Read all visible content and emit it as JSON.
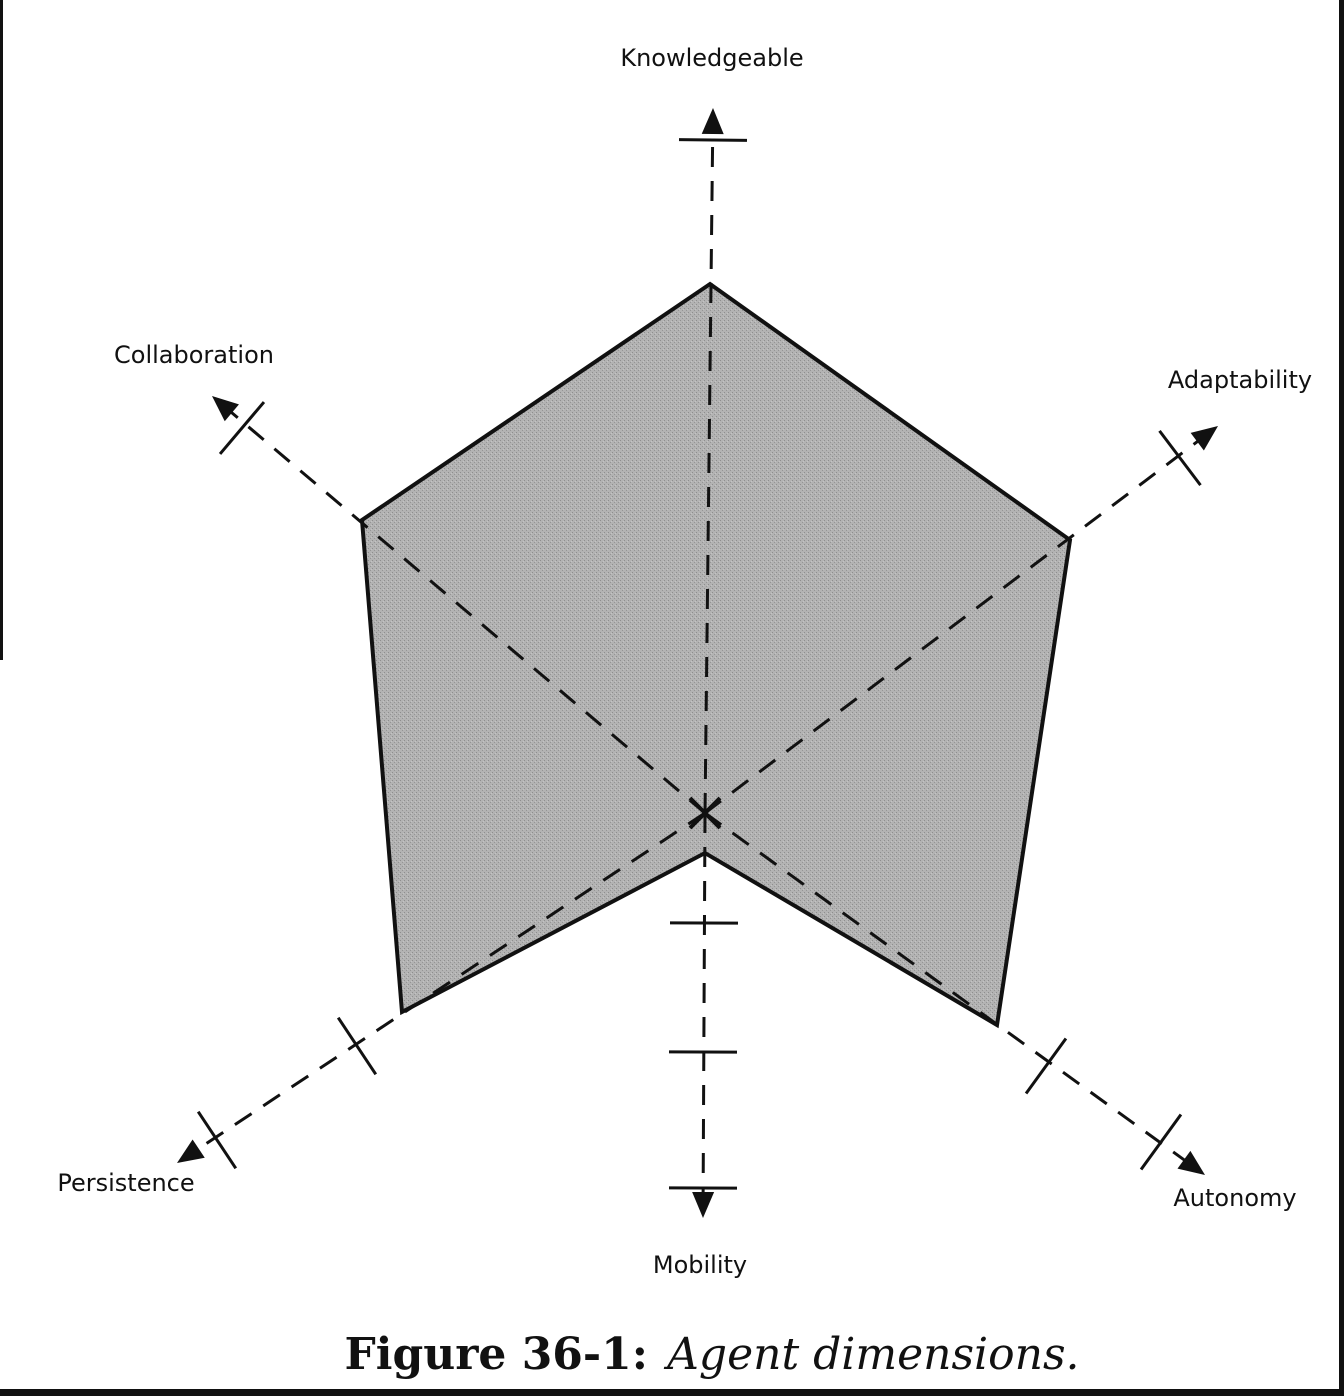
{
  "diagram": {
    "axes": [
      {
        "id": "knowledgeable",
        "label": "Knowledgeable",
        "level": 2,
        "ticks": 3
      },
      {
        "id": "adaptability",
        "label": "Adaptability",
        "level": 3,
        "ticks": 3
      },
      {
        "id": "autonomy",
        "label": "Autonomy",
        "level": 1,
        "ticks": 3
      },
      {
        "id": "mobility",
        "label": "Mobility",
        "level": 0,
        "ticks": 3
      },
      {
        "id": "persistence",
        "label": "Persistence",
        "level": 1,
        "ticks": 3
      },
      {
        "id": "collaboration",
        "label": "Collaboration",
        "level": 2,
        "ticks": 3
      }
    ],
    "colors": {
      "fill": "#a9a9a9",
      "stroke": "#111111",
      "background": "#ffffff"
    }
  },
  "caption": {
    "number": "Figure 36-1:",
    "title": "Agent dimensions."
  }
}
